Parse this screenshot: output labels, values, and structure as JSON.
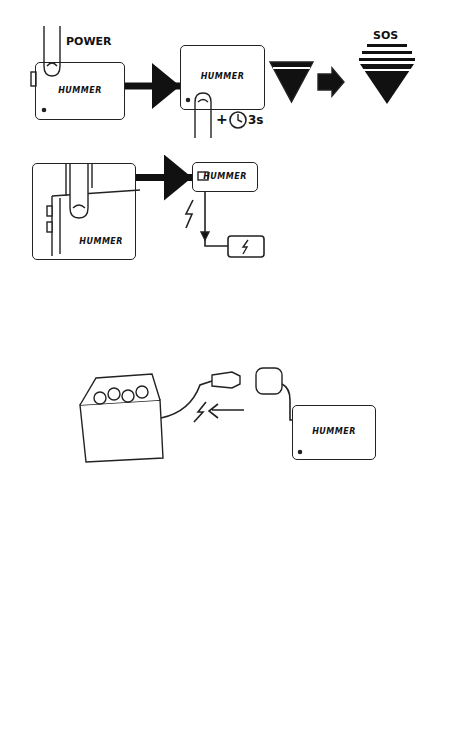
{
  "diagram": {
    "nodes": [
      {
        "text": [
          "HUMMER"
        ]
      },
      {
        "text": [
          "HUMMER"
        ]
      },
      {
        "text": [
          "HUMMER"
        ]
      },
      {
        "text": [
          "HUMMER"
        ]
      },
      {
        "text": [
          "HUMMER"
        ]
      }
    ],
    "edges": [
      {
        "from": 0,
        "to": 1,
        "arrow": "to"
      },
      {
        "from": 2,
        "to": 3,
        "arrow": "to"
      }
    ],
    "labels": [
      "POWER",
      "+",
      "3s",
      "SOS"
    ]
  }
}
